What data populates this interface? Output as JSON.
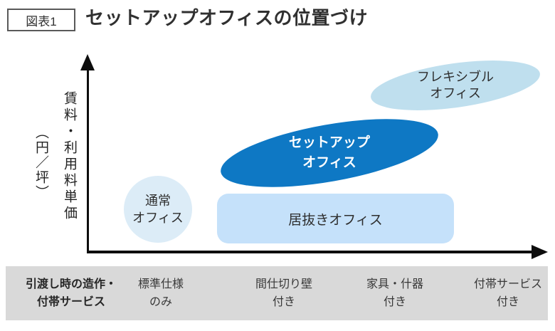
{
  "header": {
    "tag_label": "図表1",
    "title": "セットアップオフィスの位置づけ"
  },
  "axes": {
    "y_label_main": "賃料・利用料単価",
    "y_label_unit": "（円／坪）"
  },
  "bubbles": {
    "normal": {
      "line1": "通常",
      "line2": "オフィス",
      "color": "#dcecf7"
    },
    "inuki": {
      "label": "居抜きオフィス",
      "color": "#c5e1fa"
    },
    "setup": {
      "line1": "セットアップ",
      "line2": "オフィス",
      "color": "#0e78c4"
    },
    "flexible": {
      "line1": "フレキシブル",
      "line2": "オフィス",
      "color": "#bfdfee"
    }
  },
  "band": {
    "header": {
      "line1": "引渡し時の造作・",
      "line2": "付帯サービス"
    },
    "categories": [
      {
        "line1": "標準仕様",
        "line2": "のみ"
      },
      {
        "line1": "間仕切り壁",
        "line2": "付き"
      },
      {
        "line1": "家具・什器",
        "line2": "付き"
      },
      {
        "line1": "付帯サービス",
        "line2": "付き"
      }
    ]
  },
  "chart_data": {
    "type": "scatter",
    "title": "セットアップオフィスの位置づけ",
    "xlabel": "引渡し時の造作・付帯サービス",
    "ylabel": "賃料・利用料単価（円／坪）",
    "x_categories": [
      "標準仕様のみ",
      "間仕切り壁付き",
      "家具・什器付き",
      "付帯サービス付き"
    ],
    "grid": false,
    "legend": false,
    "points": [
      {
        "label": "通常オフィス",
        "x": "標準仕様のみ",
        "y": "低",
        "shape": "ellipse",
        "highlight": false
      },
      {
        "label": "居抜きオフィス",
        "x": "間仕切り壁付き〜家具・什器付き",
        "y": "低",
        "shape": "rounded-rect",
        "highlight": false
      },
      {
        "label": "セットアップオフィス",
        "x": "間仕切り壁付き〜家具・什器付き",
        "y": "中〜高",
        "shape": "ellipse",
        "highlight": true
      },
      {
        "label": "フレキシブルオフィス",
        "x": "付帯サービス付き",
        "y": "高",
        "shape": "ellipse",
        "highlight": false
      }
    ]
  }
}
